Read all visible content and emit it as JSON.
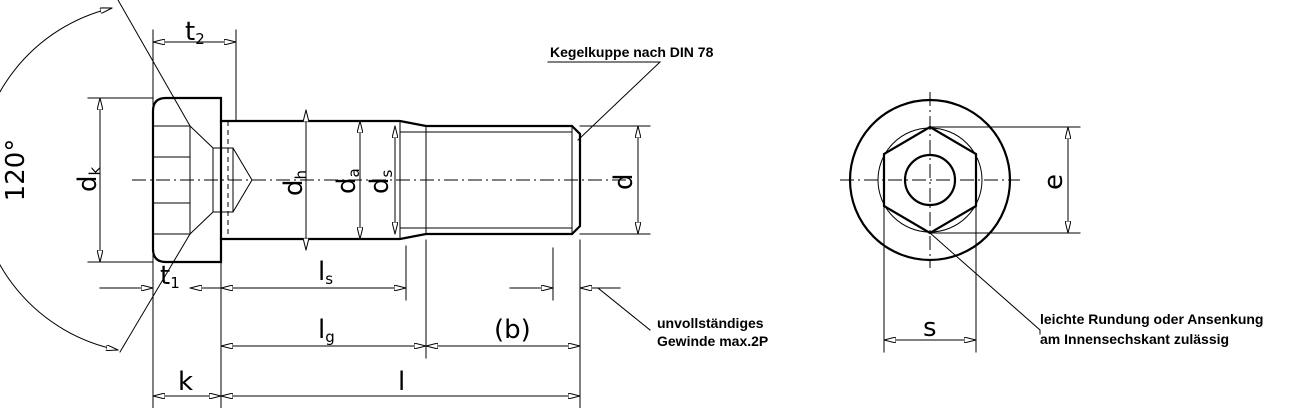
{
  "labels": {
    "angle": "120°",
    "t2_main": "t",
    "t2_sub": "2",
    "dk_main": "d",
    "dk_sub": "k",
    "dh_main": "d",
    "dh_sub": "h",
    "da_main": "d",
    "da_sub": "a",
    "ds_main": "d",
    "ds_sub": "s",
    "d": "d",
    "t1_main": "t",
    "t1_sub": "1",
    "ls_main": "l",
    "ls_sub": "s",
    "lg_main": "l",
    "lg_sub": "g",
    "b": "(b)",
    "k": "k",
    "l": "l",
    "e": "e",
    "s": "s"
  },
  "notes": {
    "kegelkuppe": "Kegelkuppe nach DIN 78",
    "unvollstaendig_line1": "unvollständiges",
    "unvollstaendig_line2": "Gewinde max.2P",
    "rundung_line1": "leichte Rundung oder Ansenkung",
    "rundung_line2": "am Innensechskant zulässig"
  }
}
